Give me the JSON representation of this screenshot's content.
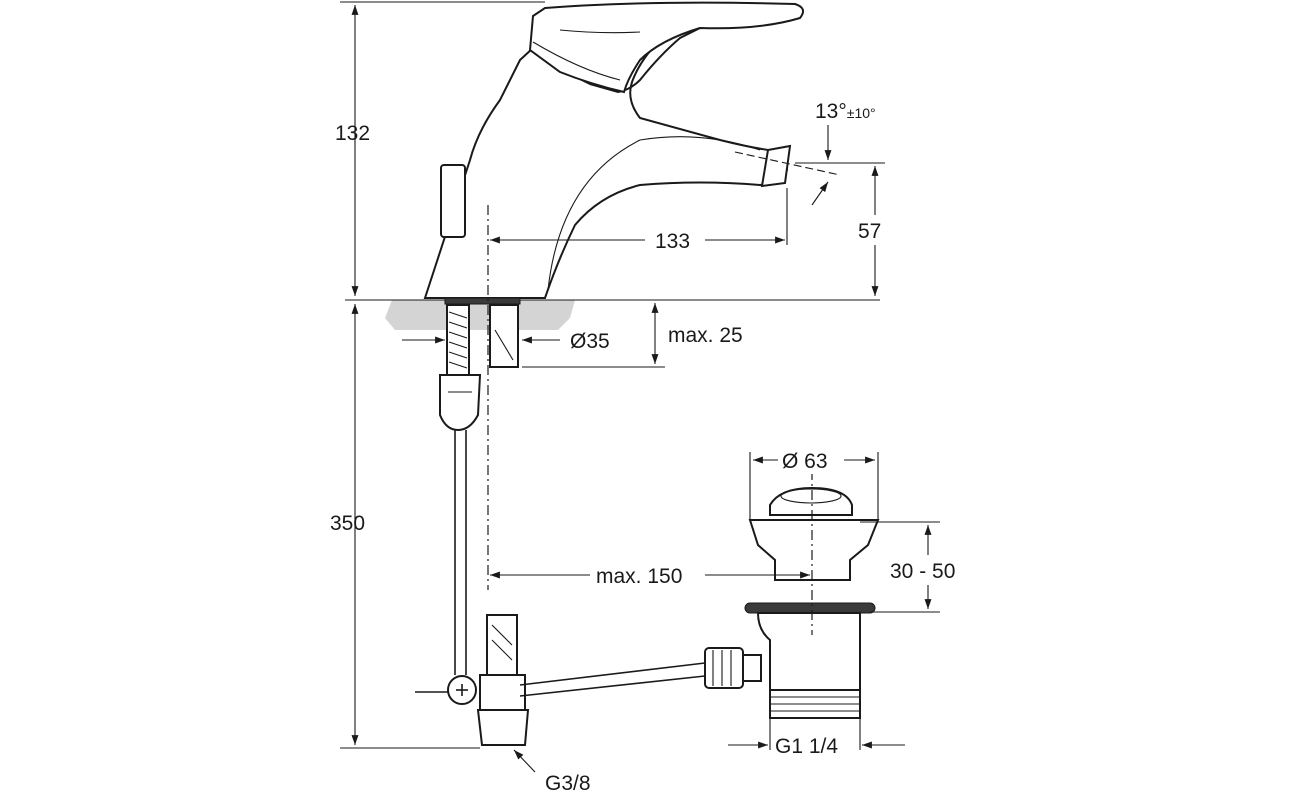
{
  "dimensions": {
    "height_total_upper": "132",
    "height_below_counter": "350",
    "spout_reach": "133",
    "spout_height": "57",
    "spout_angle": "13°",
    "spout_angle_tolerance": "±10°",
    "hole_diameter": "Ø35",
    "counter_thickness": "max. 25",
    "waste_diameter": "Ø 63",
    "waste_height_range": "30 - 50",
    "rod_reach": "max. 150",
    "waste_thread": "G1 1/4",
    "supply_thread": "G3/8"
  },
  "colors": {
    "line": "#1a1a1a",
    "counter_shade": "#d4d4d4",
    "background": "#ffffff"
  }
}
